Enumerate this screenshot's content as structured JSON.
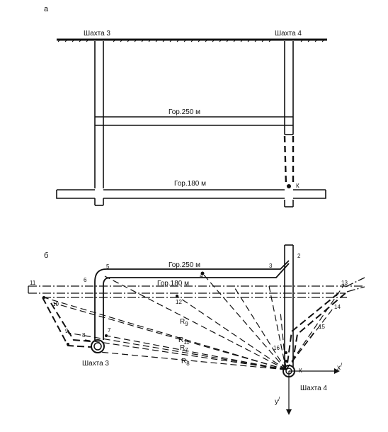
{
  "panel_a": {
    "label": "а",
    "shaft3_label": "Шахта 3",
    "shaft4_label": "Шахта 4",
    "level250_label": "Гор.250 м",
    "level180_label": "Гор.180 м",
    "point_k_label": "К"
  },
  "panel_b": {
    "label": "б",
    "level250_label": "Гор.250 м",
    "level180_label": "Гор.180 м",
    "shaft3_label": "Шахта 3",
    "shaft4_label": "Шахта 4",
    "point_k_label": "К",
    "axis_x_label": "x",
    "axis_x_prime": "/",
    "axis_y_label": "y",
    "axis_y_prime": "/",
    "radius_labels": {
      "r9": "R",
      "r9_sub": "9",
      "r11": "R",
      "r11_sub": "11",
      "r7": "R",
      "r7_sub": "7",
      "r8": "R",
      "r8_sub": "8"
    },
    "point_numbers": [
      "1",
      "2",
      "3",
      "4",
      "5",
      "6",
      "7",
      "8",
      "9",
      "10",
      "11",
      "12",
      "13",
      "14",
      "15",
      "16"
    ]
  }
}
